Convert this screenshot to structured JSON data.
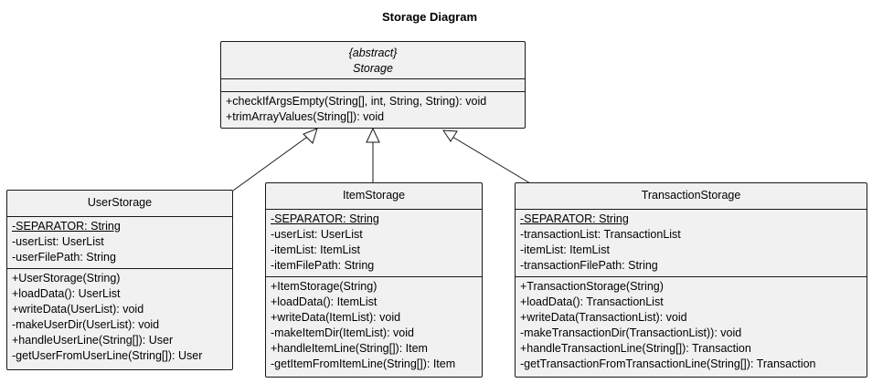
{
  "title": "Storage Diagram",
  "classes": {
    "storage": {
      "stereotype": "{abstract}",
      "name": "Storage",
      "attributes": [],
      "methods": [
        "+checkIfArgsEmpty(String[], int, String, String): void",
        "+trimArrayValues(String[]): void"
      ]
    },
    "user_storage": {
      "name": "UserStorage",
      "attributes": [
        "-SEPARATOR: String",
        "-userList: UserList",
        "-userFilePath: String"
      ],
      "methods": [
        "+UserStorage(String)",
        "+loadData(): UserList",
        "+writeData(UserList): void",
        "-makeUserDir(UserList): void",
        "+handleUserLine(String[]): User",
        "-getUserFromUserLine(String[]): User"
      ]
    },
    "item_storage": {
      "name": "ItemStorage",
      "attributes": [
        "-SEPARATOR: String",
        "-userList: UserList",
        "-itemList: ItemList",
        "-itemFilePath: String"
      ],
      "methods": [
        "+ItemStorage(String)",
        "+loadData(): ItemList",
        "+writeData(ItemList): void",
        "-makeItemDir(ItemList): void",
        "+handleItemLine(String[]): Item",
        "-getItemFromItemLine(String[]): Item"
      ]
    },
    "transaction_storage": {
      "name": "TransactionStorage",
      "attributes": [
        "-SEPARATOR: String",
        "-transactionList: TransactionList",
        "-itemList: ItemList",
        "-transactionFilePath: String"
      ],
      "methods": [
        "+TransactionStorage(String)",
        "+loadData(): TransactionList",
        "+writeData(TransactionList): void",
        "-makeTransactionDir(TransactionList)): void",
        "+handleTransactionLine(String[]): Transaction",
        "-getTransactionFromTransactionLine(String[]): Transaction"
      ]
    }
  },
  "colors": {
    "box_fill": "#f1f1f1",
    "line": "#181818"
  }
}
